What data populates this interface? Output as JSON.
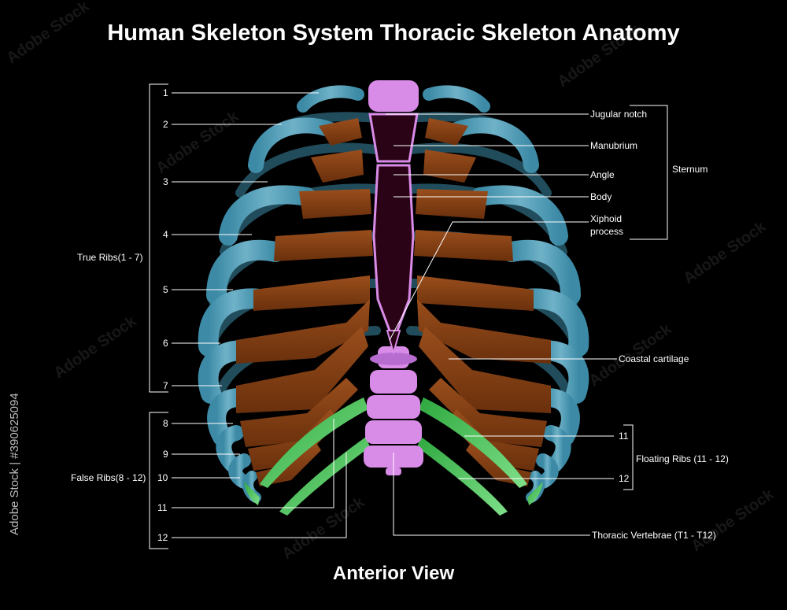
{
  "title": "Human Skeleton System Thoracic Skeleton Anatomy",
  "subtitle": "Anterior View",
  "watermark": "Adobe Stock",
  "stock_id": "Adobe Stock | #390625094",
  "left_numbers": [
    "1",
    "2",
    "3",
    "4",
    "5",
    "6",
    "7",
    "8",
    "9",
    "10",
    "11",
    "12"
  ],
  "groups": {
    "true_ribs": "True Ribs(1 - 7)",
    "false_ribs": "False Ribs(8 - 12)",
    "sternum": "Sternum",
    "floating_ribs": "Floating Ribs (11 - 12)"
  },
  "sternum_parts": {
    "jugular_notch": "Jugular notch",
    "manubrium": "Manubrium",
    "angle": "Angle",
    "body": "Body",
    "xiphoid_line1": "Xiphoid",
    "xiphoid_line2": "process"
  },
  "coastal_cartilage": "Coastal cartilage",
  "floating_numbers": [
    "11",
    "12"
  ],
  "thoracic_vertebrae": "Thoracic Vertebrae (T1 - T12)",
  "colors": {
    "rib": "#4a97b0",
    "cartilage": "#7a3a10",
    "sternum": "#d98be8",
    "vertebrae": "#d98be8",
    "floating": "#3ebc4e",
    "background": "#000000"
  }
}
